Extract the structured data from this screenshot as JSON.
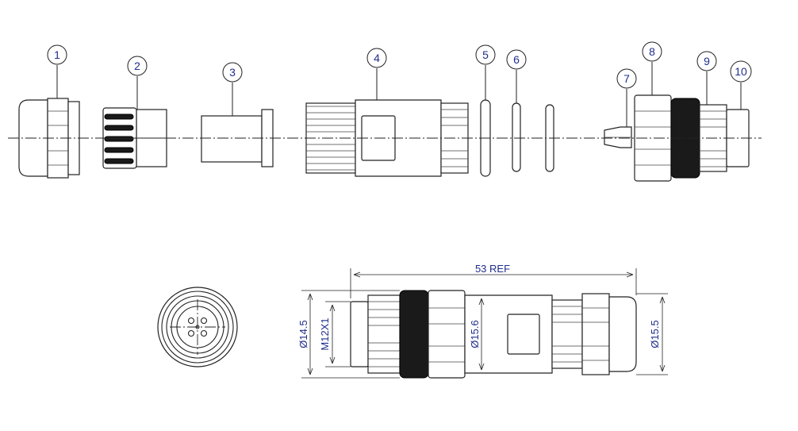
{
  "callouts": [
    "1",
    "2",
    "3",
    "4",
    "5",
    "6",
    "7",
    "8",
    "9",
    "10"
  ],
  "dimensions": {
    "overall_length": "53 REF",
    "left_diameter": "Ø14.5",
    "thread": "M12X1",
    "middle_diameter": "Ø15.6",
    "right_diameter": "Ø15.5"
  },
  "colors": {
    "label_blue": "#1f2e8c",
    "line_black": "#222222",
    "knurl_black": "#1a1a1a"
  }
}
